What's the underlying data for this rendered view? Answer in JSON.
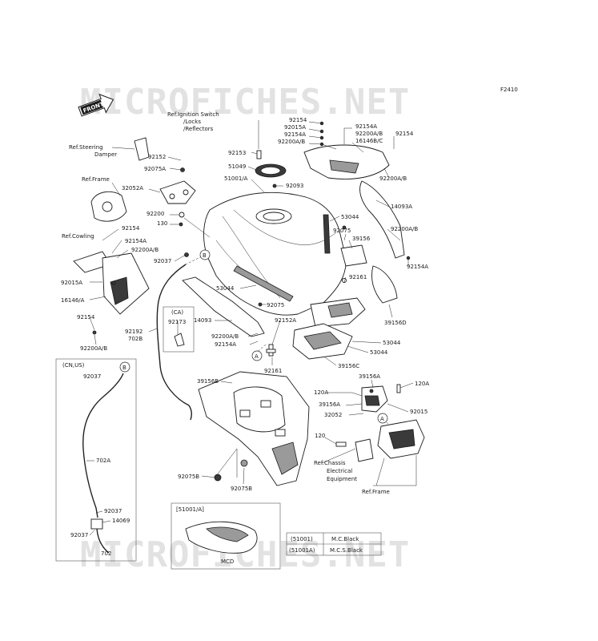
{
  "watermark": "MICROFICHES.NET",
  "figure_code": "F2410",
  "front_badge": "FRONT",
  "references": {
    "ignition": [
      "Ref.Ignition Switch",
      "/Locks",
      "/Reflectors"
    ],
    "steering": [
      "Ref.Steering",
      "Damper"
    ],
    "frame_top": "Ref.Frame",
    "cowling": "Ref.Cowling",
    "chassis": [
      "Ref.Chassis",
      "Electrical",
      "Equipment"
    ],
    "frame_bottom": "Ref.Frame"
  },
  "callouts": [
    {
      "id": "c1",
      "text": "92154"
    },
    {
      "id": "c2",
      "text": "92015A"
    },
    {
      "id": "c3",
      "text": "92154A"
    },
    {
      "id": "c4",
      "text": "92200A/B"
    },
    {
      "id": "c5",
      "text": "92154A"
    },
    {
      "id": "c6",
      "text": "92200A/B"
    },
    {
      "id": "c7",
      "text": "16146B/C"
    },
    {
      "id": "c8",
      "text": "92154"
    },
    {
      "id": "c9",
      "text": "92153"
    },
    {
      "id": "c10",
      "text": "51049"
    },
    {
      "id": "c11",
      "text": "51001/A"
    },
    {
      "id": "c12",
      "text": "92093"
    },
    {
      "id": "c13",
      "text": "92200A/B"
    },
    {
      "id": "c14",
      "text": "92152"
    },
    {
      "id": "c15",
      "text": "92075A"
    },
    {
      "id": "c16",
      "text": "32052A"
    },
    {
      "id": "c17",
      "text": "92200"
    },
    {
      "id": "c18",
      "text": "130"
    },
    {
      "id": "c19",
      "text": "14093A"
    },
    {
      "id": "c20",
      "text": "53044"
    },
    {
      "id": "c21",
      "text": "92075"
    },
    {
      "id": "c22",
      "text": "39156"
    },
    {
      "id": "c23",
      "text": "92200A/B"
    },
    {
      "id": "c24",
      "text": "92154A"
    },
    {
      "id": "c25",
      "text": "92154"
    },
    {
      "id": "c26",
      "text": "92154A"
    },
    {
      "id": "c27",
      "text": "92200A/B"
    },
    {
      "id": "c28",
      "text": "92037"
    },
    {
      "id": "c29",
      "text": "92015A"
    },
    {
      "id": "c30",
      "text": "16146/A"
    },
    {
      "id": "c31",
      "text": "92154"
    },
    {
      "id": "c32",
      "text": "92200A/B"
    },
    {
      "id": "c33",
      "text": "92161"
    },
    {
      "id": "c34",
      "text": "53044"
    },
    {
      "id": "c35",
      "text": "92075"
    },
    {
      "id": "c36",
      "text": "14093"
    },
    {
      "id": "c37",
      "text": "92152A"
    },
    {
      "id": "c38",
      "text": "39156D"
    },
    {
      "id": "c39",
      "text": "92192"
    },
    {
      "id": "c40",
      "text": "702B"
    },
    {
      "id": "c41",
      "text": "92200A/B"
    },
    {
      "id": "c42",
      "text": "92154A"
    },
    {
      "id": "c43",
      "text": "53044"
    },
    {
      "id": "c44",
      "text": "53044"
    },
    {
      "id": "c45",
      "text": "92161"
    },
    {
      "id": "c46",
      "text": "39156C"
    },
    {
      "id": "c47",
      "text": "39156B"
    },
    {
      "id": "c48",
      "text": "39156A"
    },
    {
      "id": "c49",
      "text": "120A"
    },
    {
      "id": "c50",
      "text": "120A"
    },
    {
      "id": "c51",
      "text": "39156A"
    },
    {
      "id": "c52",
      "text": "32052"
    },
    {
      "id": "c53",
      "text": "92015"
    },
    {
      "id": "c54",
      "text": "120"
    },
    {
      "id": "c55",
      "text": "92075B"
    },
    {
      "id": "c56",
      "text": "92075B"
    }
  ],
  "ca_box": {
    "title": "(CA)",
    "part": "92173"
  },
  "cnus_box": {
    "title": "(CN,US)",
    "parts": [
      "92037",
      "702A",
      "92037",
      "14069",
      "92037",
      "702"
    ]
  },
  "inset_box": {
    "title": "[51001/A]",
    "caption": "MCD"
  },
  "legend": [
    {
      "code": "(51001)",
      "desc": "M.C.Black"
    },
    {
      "code": "(51001A)",
      "desc": "M.C.S.Black"
    }
  ],
  "markers": [
    "A",
    "A",
    "B",
    "B"
  ]
}
